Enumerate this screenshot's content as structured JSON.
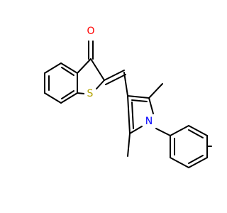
{
  "molecule": {
    "atoms": [
      {
        "label": "O",
        "color": "#ff0000"
      },
      {
        "label": "S",
        "color": "#b2a200"
      },
      {
        "label": "N",
        "color": "#0000ff"
      }
    ]
  }
}
